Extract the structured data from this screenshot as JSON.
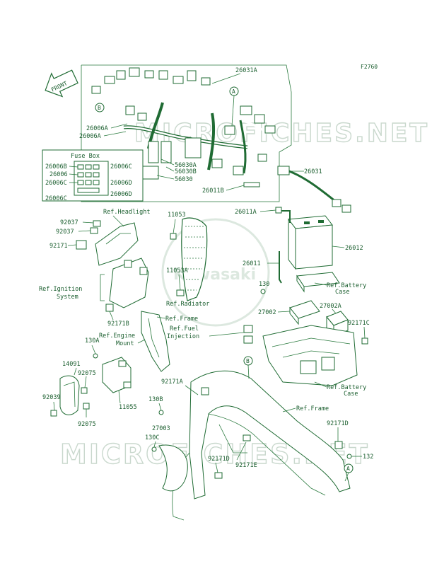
{
  "figure_code": "F2760",
  "front_label": "FRONT",
  "fuse_box_title": "Fuse Box",
  "watermark": "MICROFICHES.NET",
  "brand_text": "Kawasaki",
  "callouts": {
    "c26031A": "26031A",
    "c26006A_1": "26006A",
    "c26006A_2": "26006A",
    "c26006B": "26006B",
    "c26006C_1": "26006C",
    "c26006_": "26006",
    "c26006C_2": "26006C",
    "c26006D_1": "26006D",
    "c26006D_2": "26006D",
    "c26006C_3": "26006C",
    "c56030A": "56030A",
    "c56030B": "56030B",
    "c56030": "56030",
    "c26031": "26031",
    "c26011B": "26011B",
    "c26011A": "26011A",
    "c26012": "26012",
    "c26011": "26011",
    "c130": "130",
    "c27002": "27002",
    "c27002A": "27002A",
    "c92171C": "92171C",
    "c92037_1": "92037",
    "c92037_2": "92037",
    "c92171": "92171",
    "c11053": "11053",
    "c11053A": "11053A",
    "c92171B": "92171B",
    "c130A": "130A",
    "c14091": "14091",
    "c92075_1": "92075",
    "c92075_2": "92075",
    "c92039": "92039",
    "c11055": "11055",
    "c92171A": "92171A",
    "c130B": "130B",
    "c27003": "27003",
    "c130C": "130C",
    "c92171D_1": "92171D",
    "c92171E": "92171E",
    "c92171D_2": "92171D",
    "c132": "132"
  },
  "refs": {
    "headlight": "Ref.Headlight",
    "ignition_1": "Ref.Ignition",
    "ignition_2": "System",
    "radiator": "Ref.Radiator",
    "frame_1": "Ref.Frame",
    "engine_1": "Ref.Engine",
    "engine_2": "Mount",
    "fuel_1": "Ref.Fuel",
    "fuel_2": "Injection",
    "battery_case_1a": "Ref.Battery",
    "battery_case_1b": "Case",
    "battery_case_2a": "Ref.Battery",
    "battery_case_2b": "Case",
    "frame_2": "Ref.Frame"
  },
  "markers": {
    "a1": "A",
    "a2": "A",
    "b1": "B",
    "b2": "B"
  }
}
